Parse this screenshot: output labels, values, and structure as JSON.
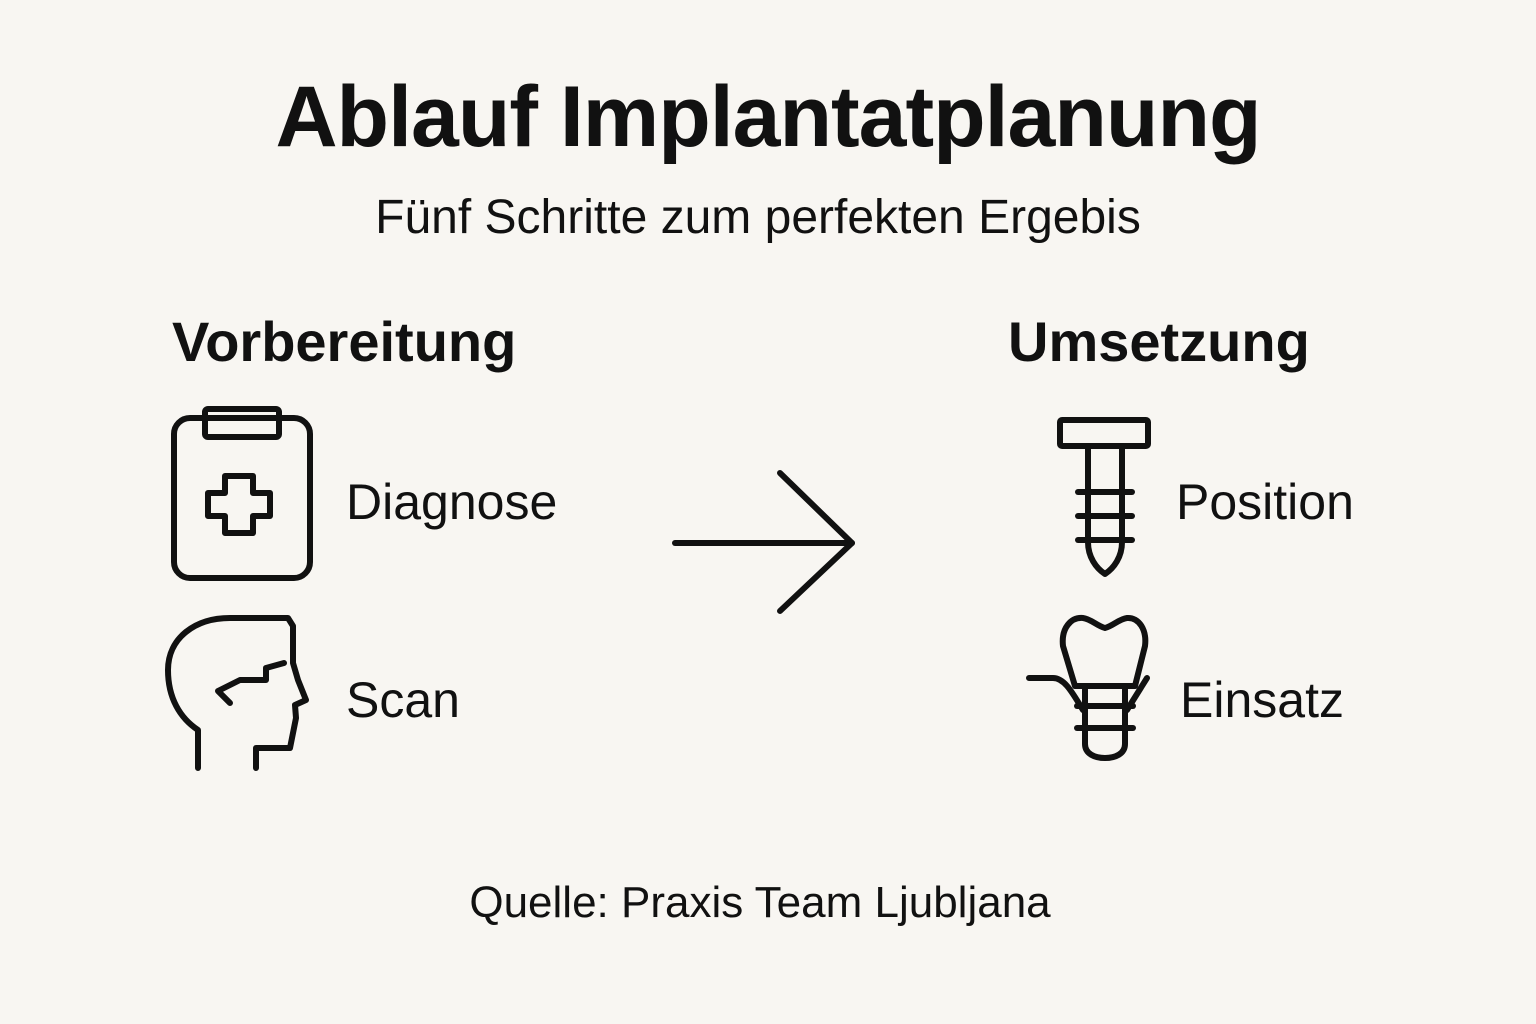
{
  "title": "Ablauf Implantatplanung",
  "subtitle": "Fünf Schritte zum perfekten Ergebis",
  "sections": {
    "left": {
      "heading": "Vorbereitung",
      "steps": [
        {
          "label": "Diagnose",
          "icon": "medical-clipboard-icon"
        },
        {
          "label": "Scan",
          "icon": "head-profile-icon"
        }
      ]
    },
    "right": {
      "heading": "Umsetzung",
      "steps": [
        {
          "label": "Position",
          "icon": "implant-screw-icon"
        },
        {
          "label": "Einsatz",
          "icon": "implant-crown-icon"
        }
      ]
    }
  },
  "connector": {
    "icon": "arrow-right-icon"
  },
  "source": "Quelle: Praxis Team Ljubljana",
  "colors": {
    "background": "#f8f6f2",
    "ink": "#111111"
  }
}
